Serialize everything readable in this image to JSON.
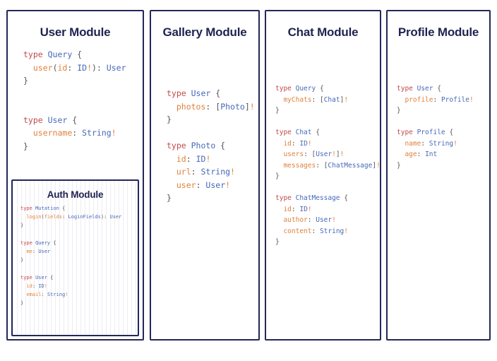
{
  "diagram": {
    "title_color": "#1f2350",
    "border_color": "#232759",
    "background": "#ffffff",
    "syntax_colors": {
      "keyword": "#c24a4a",
      "type_name": "#4668b8",
      "field_name": "#e0813c",
      "punctuation": "#555555",
      "non_null": "#e0813c"
    }
  },
  "modules": {
    "user": {
      "title": "User Module",
      "code": [
        {
          "type": "line",
          "tokens": [
            {
              "t": "type ",
              "c": "kw"
            },
            {
              "t": "Query",
              "c": "type"
            },
            {
              "t": " {",
              "c": "punc"
            }
          ]
        },
        {
          "type": "line",
          "tokens": [
            {
              "t": "  ",
              "c": "punc"
            },
            {
              "t": "user",
              "c": "field"
            },
            {
              "t": "(",
              "c": "punc"
            },
            {
              "t": "id",
              "c": "field"
            },
            {
              "t": ": ",
              "c": "punc"
            },
            {
              "t": "ID",
              "c": "type"
            },
            {
              "t": "!",
              "c": "bang"
            },
            {
              "t": "): ",
              "c": "punc"
            },
            {
              "t": "User",
              "c": "type"
            }
          ]
        },
        {
          "type": "line",
          "tokens": [
            {
              "t": "}",
              "c": "punc"
            }
          ]
        },
        {
          "type": "spacer"
        },
        {
          "type": "spacer"
        },
        {
          "type": "line",
          "tokens": [
            {
              "t": "type ",
              "c": "kw"
            },
            {
              "t": "User",
              "c": "type"
            },
            {
              "t": " {",
              "c": "punc"
            }
          ]
        },
        {
          "type": "line",
          "tokens": [
            {
              "t": "  ",
              "c": "punc"
            },
            {
              "t": "username",
              "c": "field"
            },
            {
              "t": ": ",
              "c": "punc"
            },
            {
              "t": "String",
              "c": "type"
            },
            {
              "t": "!",
              "c": "bang"
            }
          ]
        },
        {
          "type": "line",
          "tokens": [
            {
              "t": "}",
              "c": "punc"
            }
          ]
        }
      ]
    },
    "auth": {
      "title": "Auth Module",
      "code": [
        {
          "type": "line",
          "tokens": [
            {
              "t": "type ",
              "c": "kw"
            },
            {
              "t": "Mutation",
              "c": "type"
            },
            {
              "t": " {",
              "c": "punc"
            }
          ]
        },
        {
          "type": "line",
          "tokens": [
            {
              "t": "  ",
              "c": "punc"
            },
            {
              "t": "login",
              "c": "field"
            },
            {
              "t": "(",
              "c": "punc"
            },
            {
              "t": "fields",
              "c": "field"
            },
            {
              "t": ": ",
              "c": "punc"
            },
            {
              "t": "LoginFields",
              "c": "type"
            },
            {
              "t": "): ",
              "c": "punc"
            },
            {
              "t": "User",
              "c": "type"
            }
          ]
        },
        {
          "type": "line",
          "tokens": [
            {
              "t": "}",
              "c": "punc"
            }
          ]
        },
        {
          "type": "spacer"
        },
        {
          "type": "line",
          "tokens": [
            {
              "t": "type ",
              "c": "kw"
            },
            {
              "t": "Query",
              "c": "type"
            },
            {
              "t": " {",
              "c": "punc"
            }
          ]
        },
        {
          "type": "line",
          "tokens": [
            {
              "t": "  ",
              "c": "punc"
            },
            {
              "t": "me",
              "c": "field"
            },
            {
              "t": ": ",
              "c": "punc"
            },
            {
              "t": "User",
              "c": "type"
            }
          ]
        },
        {
          "type": "line",
          "tokens": [
            {
              "t": "}",
              "c": "punc"
            }
          ]
        },
        {
          "type": "spacer"
        },
        {
          "type": "line",
          "tokens": [
            {
              "t": "type ",
              "c": "kw"
            },
            {
              "t": "User",
              "c": "type"
            },
            {
              "t": " {",
              "c": "punc"
            }
          ]
        },
        {
          "type": "line",
          "tokens": [
            {
              "t": "  ",
              "c": "punc"
            },
            {
              "t": "id",
              "c": "field"
            },
            {
              "t": ": ",
              "c": "punc"
            },
            {
              "t": "ID",
              "c": "type"
            },
            {
              "t": "!",
              "c": "bang"
            }
          ]
        },
        {
          "type": "line",
          "tokens": [
            {
              "t": "  ",
              "c": "punc"
            },
            {
              "t": "email",
              "c": "field"
            },
            {
              "t": ": ",
              "c": "punc"
            },
            {
              "t": "String",
              "c": "type"
            },
            {
              "t": "!",
              "c": "bang"
            }
          ]
        },
        {
          "type": "line",
          "tokens": [
            {
              "t": "}",
              "c": "punc"
            }
          ]
        }
      ]
    },
    "gallery": {
      "title": "Gallery Module",
      "code": [
        {
          "type": "line",
          "tokens": [
            {
              "t": "type ",
              "c": "kw"
            },
            {
              "t": "User",
              "c": "type"
            },
            {
              "t": " {",
              "c": "punc"
            }
          ]
        },
        {
          "type": "line",
          "tokens": [
            {
              "t": "  ",
              "c": "punc"
            },
            {
              "t": "photos",
              "c": "field"
            },
            {
              "t": ": ",
              "c": "punc"
            },
            {
              "t": "[",
              "c": "punc"
            },
            {
              "t": "Photo",
              "c": "type"
            },
            {
              "t": "]",
              "c": "punc"
            },
            {
              "t": "!",
              "c": "bang"
            }
          ]
        },
        {
          "type": "line",
          "tokens": [
            {
              "t": "}",
              "c": "punc"
            }
          ]
        },
        {
          "type": "spacer"
        },
        {
          "type": "line",
          "tokens": [
            {
              "t": "type ",
              "c": "kw"
            },
            {
              "t": "Photo",
              "c": "type"
            },
            {
              "t": " {",
              "c": "punc"
            }
          ]
        },
        {
          "type": "line",
          "tokens": [
            {
              "t": "  ",
              "c": "punc"
            },
            {
              "t": "id",
              "c": "field"
            },
            {
              "t": ": ",
              "c": "punc"
            },
            {
              "t": "ID",
              "c": "type"
            },
            {
              "t": "!",
              "c": "bang"
            }
          ]
        },
        {
          "type": "line",
          "tokens": [
            {
              "t": "  ",
              "c": "punc"
            },
            {
              "t": "url",
              "c": "field"
            },
            {
              "t": ": ",
              "c": "punc"
            },
            {
              "t": "String",
              "c": "type"
            },
            {
              "t": "!",
              "c": "bang"
            }
          ]
        },
        {
          "type": "line",
          "tokens": [
            {
              "t": "  ",
              "c": "punc"
            },
            {
              "t": "user",
              "c": "field"
            },
            {
              "t": ": ",
              "c": "punc"
            },
            {
              "t": "User",
              "c": "type"
            },
            {
              "t": "!",
              "c": "bang"
            }
          ]
        },
        {
          "type": "line",
          "tokens": [
            {
              "t": "}",
              "c": "punc"
            }
          ]
        }
      ]
    },
    "chat": {
      "title": "Chat Module",
      "code": [
        {
          "type": "line",
          "tokens": [
            {
              "t": "type ",
              "c": "kw"
            },
            {
              "t": "Query",
              "c": "type"
            },
            {
              "t": " {",
              "c": "punc"
            }
          ]
        },
        {
          "type": "line",
          "tokens": [
            {
              "t": "  ",
              "c": "punc"
            },
            {
              "t": "myChats",
              "c": "field"
            },
            {
              "t": ": ",
              "c": "punc"
            },
            {
              "t": "[",
              "c": "punc"
            },
            {
              "t": "Chat",
              "c": "type"
            },
            {
              "t": "]",
              "c": "punc"
            },
            {
              "t": "!",
              "c": "bang"
            }
          ]
        },
        {
          "type": "line",
          "tokens": [
            {
              "t": "}",
              "c": "punc"
            }
          ]
        },
        {
          "type": "spacer"
        },
        {
          "type": "line",
          "tokens": [
            {
              "t": "type ",
              "c": "kw"
            },
            {
              "t": "Chat",
              "c": "type"
            },
            {
              "t": " {",
              "c": "punc"
            }
          ]
        },
        {
          "type": "line",
          "tokens": [
            {
              "t": "  ",
              "c": "punc"
            },
            {
              "t": "id",
              "c": "field"
            },
            {
              "t": ": ",
              "c": "punc"
            },
            {
              "t": "ID",
              "c": "type"
            },
            {
              "t": "!",
              "c": "bang"
            }
          ]
        },
        {
          "type": "line",
          "tokens": [
            {
              "t": "  ",
              "c": "punc"
            },
            {
              "t": "users",
              "c": "field"
            },
            {
              "t": ": ",
              "c": "punc"
            },
            {
              "t": "[",
              "c": "punc"
            },
            {
              "t": "User",
              "c": "type"
            },
            {
              "t": "!",
              "c": "bang"
            },
            {
              "t": "]",
              "c": "punc"
            },
            {
              "t": "!",
              "c": "bang"
            }
          ]
        },
        {
          "type": "line",
          "tokens": [
            {
              "t": "  ",
              "c": "punc"
            },
            {
              "t": "messages",
              "c": "field"
            },
            {
              "t": ": ",
              "c": "punc"
            },
            {
              "t": "[",
              "c": "punc"
            },
            {
              "t": "ChatMessage",
              "c": "type"
            },
            {
              "t": "]",
              "c": "punc"
            },
            {
              "t": "!",
              "c": "bang"
            }
          ]
        },
        {
          "type": "line",
          "tokens": [
            {
              "t": "}",
              "c": "punc"
            }
          ]
        },
        {
          "type": "spacer"
        },
        {
          "type": "line",
          "tokens": [
            {
              "t": "type ",
              "c": "kw"
            },
            {
              "t": "ChatMessage",
              "c": "type"
            },
            {
              "t": " {",
              "c": "punc"
            }
          ]
        },
        {
          "type": "line",
          "tokens": [
            {
              "t": "  ",
              "c": "punc"
            },
            {
              "t": "id",
              "c": "field"
            },
            {
              "t": ": ",
              "c": "punc"
            },
            {
              "t": "ID",
              "c": "type"
            },
            {
              "t": "!",
              "c": "bang"
            }
          ]
        },
        {
          "type": "line",
          "tokens": [
            {
              "t": "  ",
              "c": "punc"
            },
            {
              "t": "author",
              "c": "field"
            },
            {
              "t": ": ",
              "c": "punc"
            },
            {
              "t": "User",
              "c": "type"
            },
            {
              "t": "!",
              "c": "bang"
            }
          ]
        },
        {
          "type": "line",
          "tokens": [
            {
              "t": "  ",
              "c": "punc"
            },
            {
              "t": "content",
              "c": "field"
            },
            {
              "t": ": ",
              "c": "punc"
            },
            {
              "t": "String",
              "c": "type"
            },
            {
              "t": "!",
              "c": "bang"
            }
          ]
        },
        {
          "type": "line",
          "tokens": [
            {
              "t": "}",
              "c": "punc"
            }
          ]
        }
      ]
    },
    "profile": {
      "title": "Profile Module",
      "code": [
        {
          "type": "line",
          "tokens": [
            {
              "t": "type ",
              "c": "kw"
            },
            {
              "t": "User",
              "c": "type"
            },
            {
              "t": " {",
              "c": "punc"
            }
          ]
        },
        {
          "type": "line",
          "tokens": [
            {
              "t": "  ",
              "c": "punc"
            },
            {
              "t": "profile",
              "c": "field"
            },
            {
              "t": ": ",
              "c": "punc"
            },
            {
              "t": "Profile",
              "c": "type"
            },
            {
              "t": "!",
              "c": "bang"
            }
          ]
        },
        {
          "type": "line",
          "tokens": [
            {
              "t": "}",
              "c": "punc"
            }
          ]
        },
        {
          "type": "spacer"
        },
        {
          "type": "line",
          "tokens": [
            {
              "t": "type ",
              "c": "kw"
            },
            {
              "t": "Profile",
              "c": "type"
            },
            {
              "t": " {",
              "c": "punc"
            }
          ]
        },
        {
          "type": "line",
          "tokens": [
            {
              "t": "  ",
              "c": "punc"
            },
            {
              "t": "name",
              "c": "field"
            },
            {
              "t": ": ",
              "c": "punc"
            },
            {
              "t": "String",
              "c": "type"
            },
            {
              "t": "!",
              "c": "bang"
            }
          ]
        },
        {
          "type": "line",
          "tokens": [
            {
              "t": "  ",
              "c": "punc"
            },
            {
              "t": "age",
              "c": "field"
            },
            {
              "t": ": ",
              "c": "punc"
            },
            {
              "t": "Int",
              "c": "type"
            }
          ]
        },
        {
          "type": "line",
          "tokens": [
            {
              "t": "}",
              "c": "punc"
            }
          ]
        }
      ]
    }
  }
}
